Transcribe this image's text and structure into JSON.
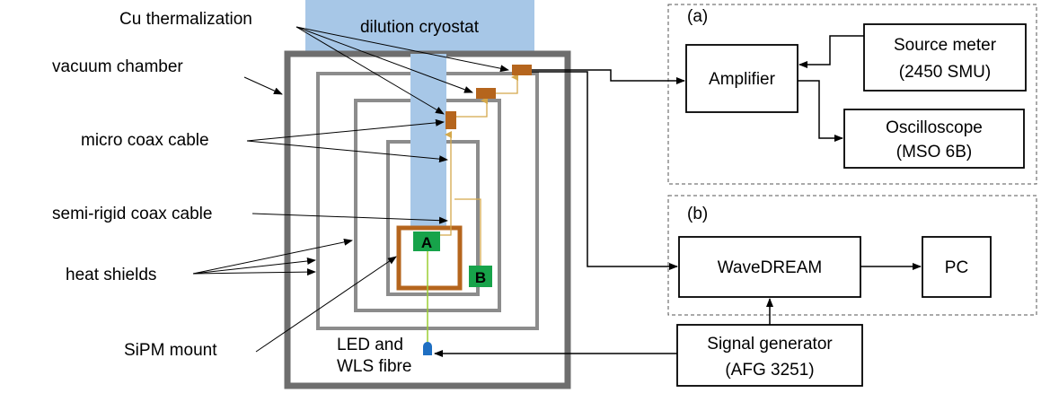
{
  "labels": {
    "cu_thermalization": "Cu thermalization",
    "dilution_cryostat": "dilution cryostat",
    "vacuum_chamber": "vacuum chamber",
    "micro_coax": "micro coax cable",
    "semi_rigid": "semi-rigid coax cable",
    "heat_shields": "heat shields",
    "sipm_mount": "SiPM mount",
    "led_line1": "LED and",
    "led_line2": "WLS fibre",
    "chip_a": "A",
    "chip_b": "B"
  },
  "panels": {
    "a": {
      "tag": "(a)",
      "amplifier": "Amplifier",
      "source_meter_1": "Source meter",
      "source_meter_2": "(2450 SMU)",
      "oscilloscope_1": "Oscilloscope",
      "oscilloscope_2": "(MSO 6B)"
    },
    "b": {
      "tag": "(b)",
      "wavedream": "WaveDREAM",
      "pc": "PC"
    }
  },
  "signal_generator": {
    "line1": "Signal generator",
    "line2": "(AFG 3251)"
  },
  "colors": {
    "cryostat": "#a7c7e7",
    "shield": "#8c8c8c",
    "vacuum": "#6e6e6e",
    "copper": "#b5651d",
    "chip": "#17a34a",
    "wire": "#d4a84b",
    "fibre": "#9acd32",
    "led": "#1f6fc2"
  }
}
